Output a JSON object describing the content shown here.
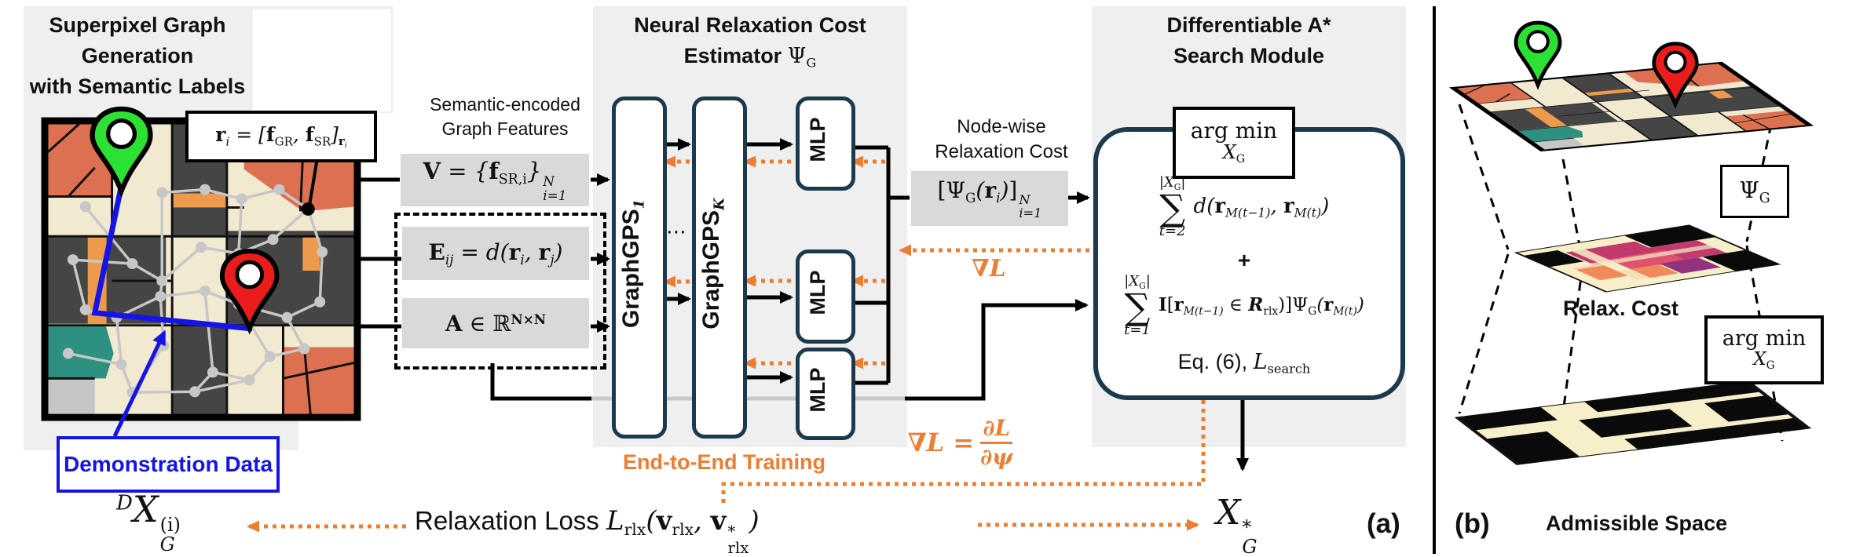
{
  "left": {
    "title_line1": "Superpixel Graph Generation",
    "title_line2": "with Semantic Labels",
    "node_formula": {
      "r": "r",
      "r_sub": "i",
      "eq": " = [",
      "f1": "f",
      "f1_sub": "GR",
      "comma": ", ",
      "f2": "f",
      "f2_sub": "SR",
      "close": "]",
      "base_r": "r",
      "base_i": "i"
    },
    "demo_box_label": "Demonstration Data",
    "demo_symbol": {
      "d": "D",
      "x": "X",
      "sup": "(i)",
      "sub": "G"
    },
    "icons": {
      "start_pin": "green-location-pin",
      "goal_pin": "red-location-pin"
    }
  },
  "features": {
    "label_line1": "Semantic-encoded",
    "label_line2": "Graph Features",
    "v_formula": {
      "v": "V",
      "eq": " = {",
      "f": "f",
      "f_sub": "SR,i",
      "close": "}",
      "sup": "N",
      "sub": "i=1"
    },
    "e_formula": {
      "e": "E",
      "e_sub": "ij",
      "eq": " = ",
      "d": "d",
      "lp": "(",
      "r1": "r",
      "r1_sub": "i",
      "comma": ", ",
      "r2": "r",
      "r2_sub": "j",
      "rp": ")"
    },
    "a_formula": {
      "a": "A",
      "in_rel": " ∈ ",
      "set": "ℝ",
      "sup": "N×N"
    }
  },
  "estimator": {
    "title_line1": "Neural Relaxation Cost",
    "title_prefix": "Estimator ",
    "psi": "Ψ",
    "psi_sub": "G",
    "gps1_name": "GraphGPS",
    "gps1_sub": "1",
    "gpsk_name": "GraphGPS",
    "gpsk_sub": "K",
    "dots": "⋯",
    "mlp_label": "MLP",
    "training_label": "End-to-End Training"
  },
  "nodewise": {
    "label_line1": "Node-wise",
    "label_line2": "Relaxation Cost",
    "formula": {
      "lb": "[",
      "psi": "Ψ",
      "psi_sub": "G",
      "lp": "(",
      "r": "r",
      "r_sub": "i",
      "rp": ")",
      "rb": "]",
      "sup": "N",
      "sub": "i=1"
    }
  },
  "astar": {
    "title_line1": "Differentiable A*",
    "title_line2": "Search Module",
    "argmin": {
      "line1": "arg min",
      "x": "X",
      "x_sub": "G"
    },
    "eq1": {
      "lim_top": "|X",
      "lim_top_sub": "G",
      "lim_top_close": "|",
      "sigma": "∑",
      "lim_bot": "t=2",
      "d": "d",
      "lp": "(",
      "r1": "r",
      "r1_sub": "M(t−1)",
      "comma": ", ",
      "r2": "r",
      "r2_sub": "M(t)",
      "rp": ")"
    },
    "plus": "+",
    "eq2": {
      "lim_top": "|X",
      "lim_top_sub": "G",
      "lim_top_close": "|",
      "sigma": "∑",
      "lim_bot": "t=1",
      "ind": "I",
      "lb": "[",
      "r1": "r",
      "r1_sub": "M(t−1)",
      "in_rel": " ∈ ",
      "rset": "R",
      "rset_sub": "rlx",
      "rb": ")]",
      "psi": "Ψ",
      "psi_sub": "G",
      "lp": "(",
      "r2": "r",
      "r2_sub": "M(t)",
      "rp": ")"
    },
    "caption": {
      "prefix": "Eq. (6), ",
      "l": "L",
      "l_sub": "search"
    }
  },
  "training": {
    "grad_label": {
      "nabla": "∇",
      "l": "L"
    },
    "grad_formula": {
      "nabla": "∇",
      "l": "L",
      "eq": " =",
      "num1": "∂",
      "num2": "L",
      "den1": "∂",
      "den2": "ψ"
    },
    "relax_loss": {
      "prefix": "Relaxation Loss ",
      "l": "L",
      "l_sub": "rlx",
      "lp": "(",
      "v1": "v",
      "v1_sub": "rlx",
      "comma": ", ",
      "v2": "v",
      "v2_sup": "*",
      "v2_sub": "rlx",
      "rp": ")"
    },
    "output": {
      "x": "X",
      "sup": "*",
      "sub": "G"
    }
  },
  "panel_labels": {
    "a": "(a)",
    "b": "(b)"
  },
  "panel_b": {
    "psi": "Ψ",
    "psi_sub": "G",
    "argmin": {
      "line1": "arg min",
      "x": "X",
      "x_sub": "G"
    },
    "relax_label": "Relax. Cost",
    "admissible_label": "Admissible Space",
    "icons": {
      "start_pin": "green-location-pin",
      "goal_pin": "red-location-pin"
    }
  },
  "colors": {
    "accent_orange": "#ED7D31",
    "module_navy": "#1d3a4c",
    "demo_blue": "#1414E6",
    "panel_gray": "#efefef",
    "formula_gray": "#d9d9d9",
    "map_salmon": "#DC7050",
    "map_cream": "#F2E9D1",
    "map_dark": "#454545",
    "map_teal": "#2E9080",
    "map_orange": "#EE9A4C",
    "pin_green": "#2BE234",
    "pin_red": "#EA1C1C"
  }
}
